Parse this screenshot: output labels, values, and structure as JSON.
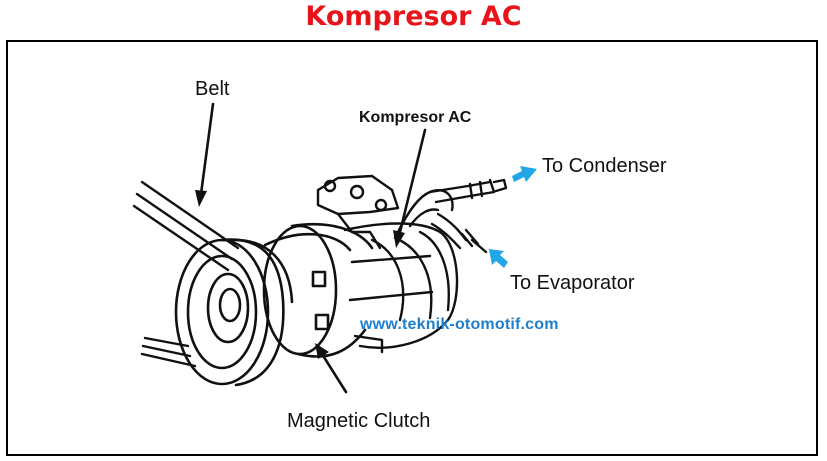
{
  "title": "Kompresor AC",
  "labels": {
    "belt": "Belt",
    "kompresor": "Kompresor AC",
    "condenser": "To Condenser",
    "evaporator": "To Evaporator",
    "clutch": "Magnetic Clutch"
  },
  "watermark": "www.teknik-otomotif.com",
  "colors": {
    "title": "#e8141b",
    "flow_arrow": "#22a6e8",
    "watermark": "#1f7fcf"
  }
}
